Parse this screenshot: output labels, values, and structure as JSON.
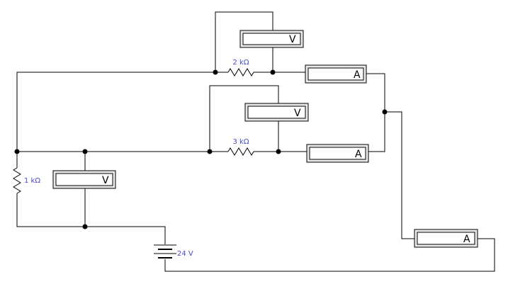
{
  "resistors": [
    {
      "id": "r2k",
      "label": "2 kΩ"
    },
    {
      "id": "r3k",
      "label": "3 kΩ"
    },
    {
      "id": "r1k",
      "label": "1 kΩ"
    }
  ],
  "battery": {
    "label": "24 V"
  },
  "voltmeters": [
    {
      "id": "vm-2k",
      "letter": "V"
    },
    {
      "id": "vm-3k",
      "letter": "V"
    },
    {
      "id": "vm-1k",
      "letter": "V"
    }
  ],
  "ammeters": [
    {
      "id": "am-2k",
      "letter": "A"
    },
    {
      "id": "am-3k",
      "letter": "A"
    },
    {
      "id": "am-total",
      "letter": "A"
    }
  ]
}
